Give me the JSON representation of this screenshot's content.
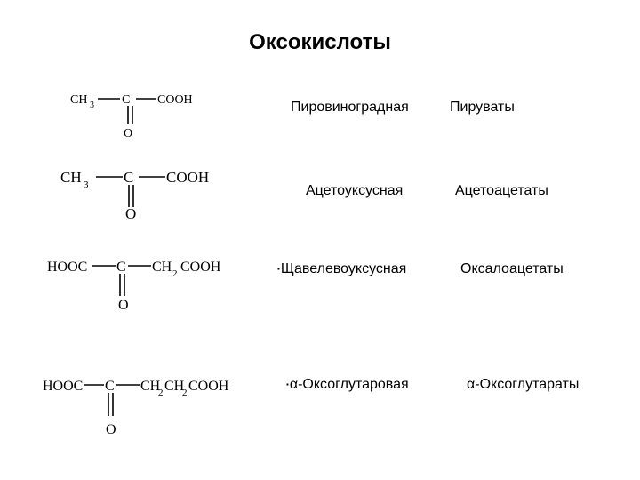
{
  "title": "Оксокислоты",
  "bullet_glyph": "▪",
  "rows": [
    {
      "acid": "Пировиноградная",
      "salt": "Пируваты",
      "formula": {
        "left": "CH",
        "left_sub": "3",
        "center": "C",
        "right": "COOH",
        "right_sub1": "",
        "right_sub2": "",
        "oxygen": "O"
      }
    },
    {
      "acid": "Ацетоуксусная",
      "salt": "Ацетоацетаты",
      "formula": {
        "left": "CH",
        "left_sub": "3",
        "center": "C",
        "right": "COOH",
        "oxygen": "O"
      }
    },
    {
      "acid": "Щавелевоуксусная",
      "salt": "Оксалоацетаты",
      "formula": {
        "left": "HOOC",
        "center": "C",
        "right_a": "CH",
        "right_sub1": "2",
        "right_b": "COOH",
        "oxygen": "O"
      }
    },
    {
      "acid": "α-Оксоглутаровая",
      "salt": "α-Оксоглутараты",
      "formula": {
        "left": "HOOC",
        "center": "C",
        "right_a": "CH",
        "right_sub1": "2",
        "right_b": "CH",
        "right_sub2": "2",
        "right_c": "COOH",
        "oxygen": "O"
      }
    }
  ]
}
